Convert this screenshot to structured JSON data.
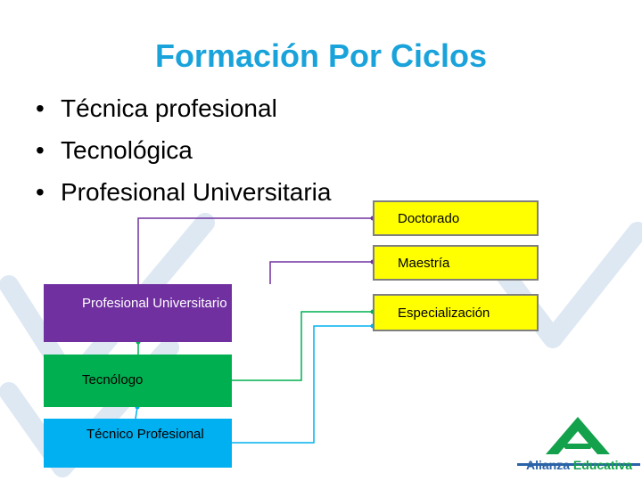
{
  "title": "Formación Por Ciclos",
  "bullets": [
    "Técnica profesional",
    "Tecnológica",
    "Profesional Universitaria"
  ],
  "levels": {
    "profesional_universitario": "Profesional Universitario",
    "tecnologo": "Tecnólogo",
    "tecnico_profesional": "Técnico Profesional"
  },
  "postgrad": {
    "doctorado": "Doctorado",
    "maestria": "Maestría",
    "especializacion": "Especialización"
  },
  "logo": {
    "word1": "Alianza",
    "word2": "Educativa"
  },
  "colors": {
    "title": "#1aa3db",
    "purple": "#7030a0",
    "green": "#00b050",
    "cyan": "#00b0f0",
    "yellow": "#ffff00"
  }
}
